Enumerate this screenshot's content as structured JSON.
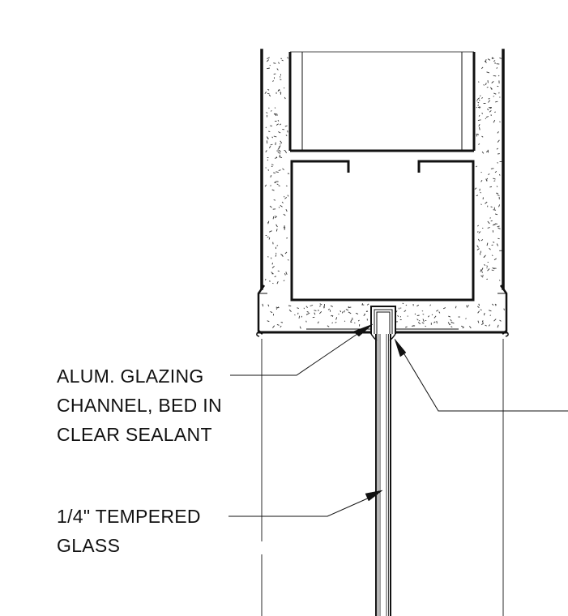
{
  "notes": {
    "glazing_channel": {
      "lines": [
        "ALUM. GLAZING",
        "CHANNEL, BED IN",
        "CLEAR SEALANT"
      ]
    },
    "glass": {
      "lines": [
        "1/4\" TEMPERED",
        "GLASS"
      ]
    }
  },
  "colors": {
    "line": "#111111",
    "background": "#ffffff",
    "stipple": "#333333"
  }
}
